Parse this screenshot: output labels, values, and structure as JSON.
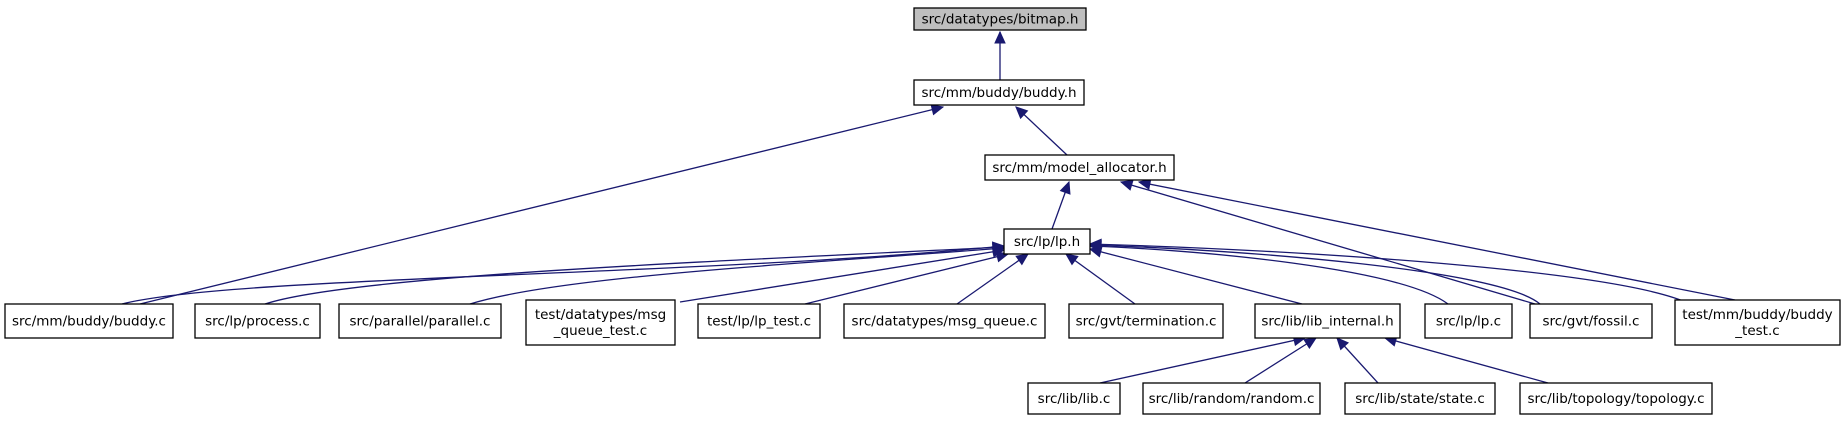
{
  "colors": {
    "edge": "#191970",
    "root_fill": "#bfbfbf",
    "node_fill": "#ffffff",
    "border": "#000000"
  },
  "nodes": [
    {
      "id": "bitmap_h",
      "lines": [
        "src/datatypes/bitmap.h"
      ],
      "root": true
    },
    {
      "id": "buddy_h",
      "lines": [
        "src/mm/buddy/buddy.h"
      ]
    },
    {
      "id": "model_allocator_h",
      "lines": [
        "src/mm/model_allocator.h"
      ]
    },
    {
      "id": "lp_h",
      "lines": [
        "src/lp/lp.h"
      ]
    },
    {
      "id": "buddy_c",
      "lines": [
        "src/mm/buddy/buddy.c"
      ]
    },
    {
      "id": "process_c",
      "lines": [
        "src/lp/process.c"
      ]
    },
    {
      "id": "parallel_c",
      "lines": [
        "src/parallel/parallel.c"
      ]
    },
    {
      "id": "msg_queue_test_c",
      "lines": [
        "test/datatypes/msg",
        "_queue_test.c"
      ]
    },
    {
      "id": "lp_test_c",
      "lines": [
        "test/lp/lp_test.c"
      ]
    },
    {
      "id": "msg_queue_c",
      "lines": [
        "src/datatypes/msg_queue.c"
      ]
    },
    {
      "id": "termination_c",
      "lines": [
        "src/gvt/termination.c"
      ]
    },
    {
      "id": "lib_internal_h",
      "lines": [
        "src/lib/lib_internal.h"
      ]
    },
    {
      "id": "lp_c",
      "lines": [
        "src/lp/lp.c"
      ]
    },
    {
      "id": "fossil_c",
      "lines": [
        "src/gvt/fossil.c"
      ]
    },
    {
      "id": "buddy_test_c",
      "lines": [
        "test/mm/buddy/buddy",
        "_test.c"
      ]
    },
    {
      "id": "lib_c",
      "lines": [
        "src/lib/lib.c"
      ]
    },
    {
      "id": "random_c",
      "lines": [
        "src/lib/random/random.c"
      ]
    },
    {
      "id": "state_c",
      "lines": [
        "src/lib/state/state.c"
      ]
    },
    {
      "id": "topology_c",
      "lines": [
        "src/lib/topology/topology.c"
      ]
    }
  ],
  "edges": [
    {
      "from": "buddy_h",
      "to": "bitmap_h"
    },
    {
      "from": "model_allocator_h",
      "to": "buddy_h"
    },
    {
      "from": "buddy_c",
      "to": "buddy_h"
    },
    {
      "from": "lp_h",
      "to": "model_allocator_h"
    },
    {
      "from": "fossil_c",
      "to": "model_allocator_h"
    },
    {
      "from": "buddy_test_c",
      "to": "model_allocator_h"
    },
    {
      "from": "buddy_c",
      "to": "lp_h"
    },
    {
      "from": "process_c",
      "to": "lp_h"
    },
    {
      "from": "parallel_c",
      "to": "lp_h"
    },
    {
      "from": "msg_queue_test_c",
      "to": "lp_h"
    },
    {
      "from": "lp_test_c",
      "to": "lp_h"
    },
    {
      "from": "msg_queue_c",
      "to": "lp_h"
    },
    {
      "from": "termination_c",
      "to": "lp_h"
    },
    {
      "from": "lib_internal_h",
      "to": "lp_h"
    },
    {
      "from": "lp_c",
      "to": "lp_h"
    },
    {
      "from": "fossil_c",
      "to": "lp_h"
    },
    {
      "from": "buddy_test_c",
      "to": "lp_h"
    },
    {
      "from": "lib_c",
      "to": "lib_internal_h"
    },
    {
      "from": "random_c",
      "to": "lib_internal_h"
    },
    {
      "from": "state_c",
      "to": "lib_internal_h"
    },
    {
      "from": "topology_c",
      "to": "lib_internal_h"
    }
  ]
}
